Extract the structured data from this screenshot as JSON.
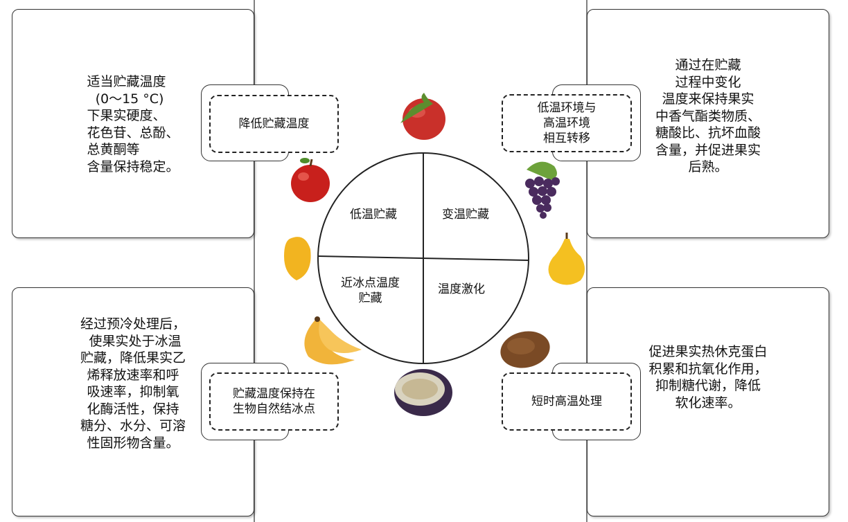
{
  "center": {
    "quadrants": [
      {
        "label": "低温贮藏"
      },
      {
        "label": "变温贮藏"
      },
      {
        "label": "近冰点温度\n贮藏"
      },
      {
        "label": "温度激化"
      }
    ]
  },
  "methods": [
    {
      "tag": "降低贮藏温度",
      "description": "适当贮藏温度\n  (0～15 °C)\n下果实硬度、\n花色苷、总酚、\n总黄酮等\n含量保持稳定。"
    },
    {
      "tag": "低温环境与\n高温环境\n相互转移",
      "description": "通过在贮藏\n过程中变化\n温度来保持果实\n中香气酯类物质、\n糖酸比、抗坏血酸\n含量，并促进果实\n后熟。"
    },
    {
      "tag": "贮藏温度保持在\n生物自然结冰点",
      "description": "经过预冷处理后，\n 使果实处于冰温\n贮藏，降低果实乙\n烯释放速率和呼\n吸速率，抑制氧\n化酶活性，保持\n糖分、水分、可溶\n性固形物含量。"
    },
    {
      "tag": "短时高温处理",
      "description": "促进果实热休克蛋白\n积累和抗氧化作用，\n抑制糖代谢，降低\n软化速率。"
    }
  ]
}
